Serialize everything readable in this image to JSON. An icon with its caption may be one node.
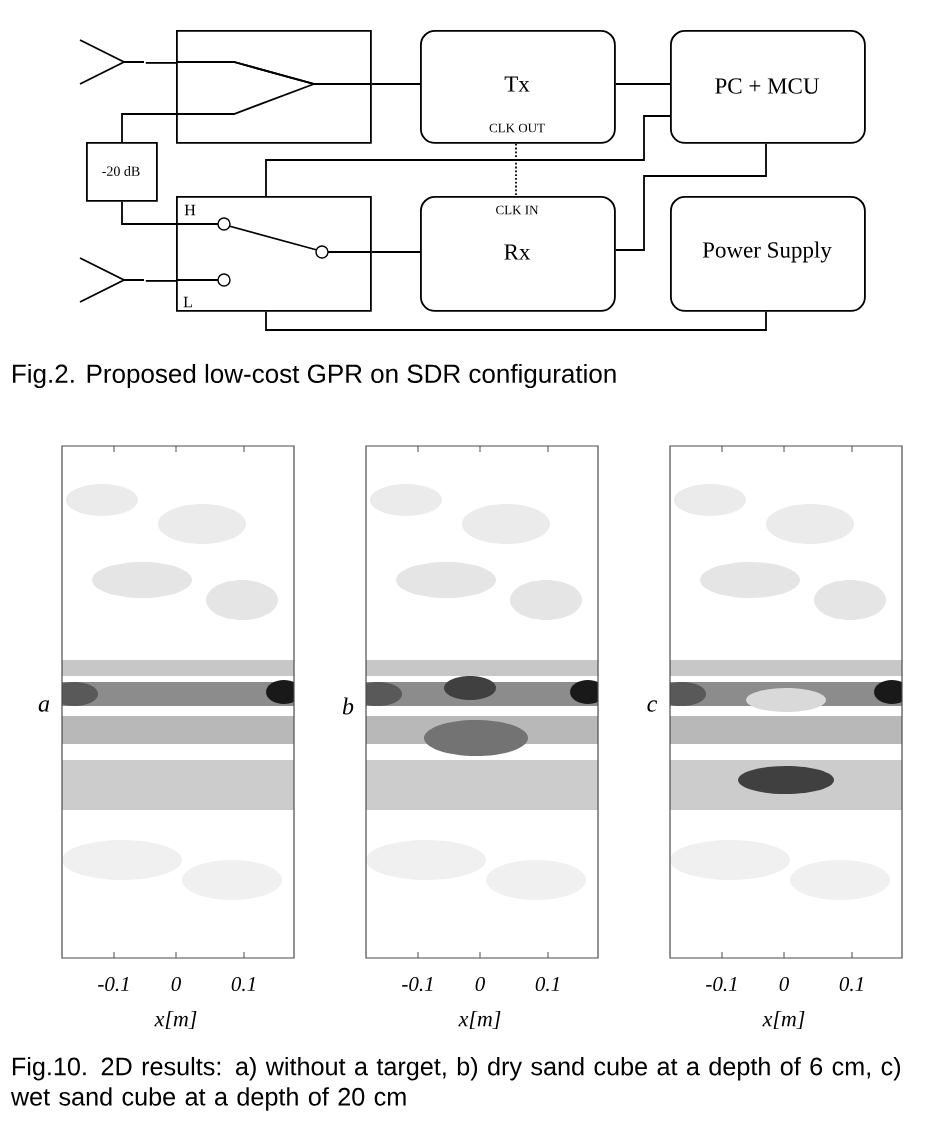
{
  "diagram": {
    "caption": "Fig.10. 2D results: a) without a target, b) dry sand cube at a depth of 6 cm, c) wet sand cube at a depth of 20 cm",
    "nodes": [
      {
        "text": [],
        "shape": "box"
      },
      {
        "text": [
          "Tx",
          "CLK OUT"
        ]
      },
      {
        "text": [
          "PC + MCU"
        ]
      },
      {
        "text": [
          "-20 dB"
        ]
      },
      {
        "text": [
          "H",
          "L"
        ]
      },
      {
        "text": [
          "CLK IN",
          "Rx"
        ]
      },
      {
        "text": [
          "Power Supply"
        ]
      },
      {
        "text": [],
        "shape": "antenna"
      },
      {
        "text": [],
        "shape": "antenna"
      }
    ],
    "edges": [
      {
        "from": 7,
        "to": 0,
        "arrow": "none"
      },
      {
        "from": 0,
        "to": 1,
        "arrow": "none"
      },
      {
        "from": 1,
        "to": 2,
        "arrow": "none"
      },
      {
        "from": 0,
        "to": 3,
        "arrow": "none"
      },
      {
        "from": 3,
        "to": 4,
        "arrow": "none"
      },
      {
        "from": 8,
        "to": 4,
        "arrow": "none"
      },
      {
        "from": 4,
        "to": 5,
        "arrow": "none"
      },
      {
        "from": 1,
        "to": 5,
        "arrow": "none",
        "style": "dashed"
      },
      {
        "from": 4,
        "to": 2,
        "arrow": "none"
      },
      {
        "from": 5,
        "to": 2,
        "arrow": "none"
      },
      {
        "from": 6,
        "to": 4,
        "arrow": "none"
      }
    ],
    "labels": [
      "Fig.2. Proposed low-cost GPR on SDR configuration",
      "a",
      "b",
      "c",
      "-0.1",
      "0",
      "0.1",
      "-0.1",
      "0",
      "0.1",
      "-0.1",
      "0",
      "0.1",
      "x[m]",
      "x[m]",
      "x[m]"
    ]
  }
}
